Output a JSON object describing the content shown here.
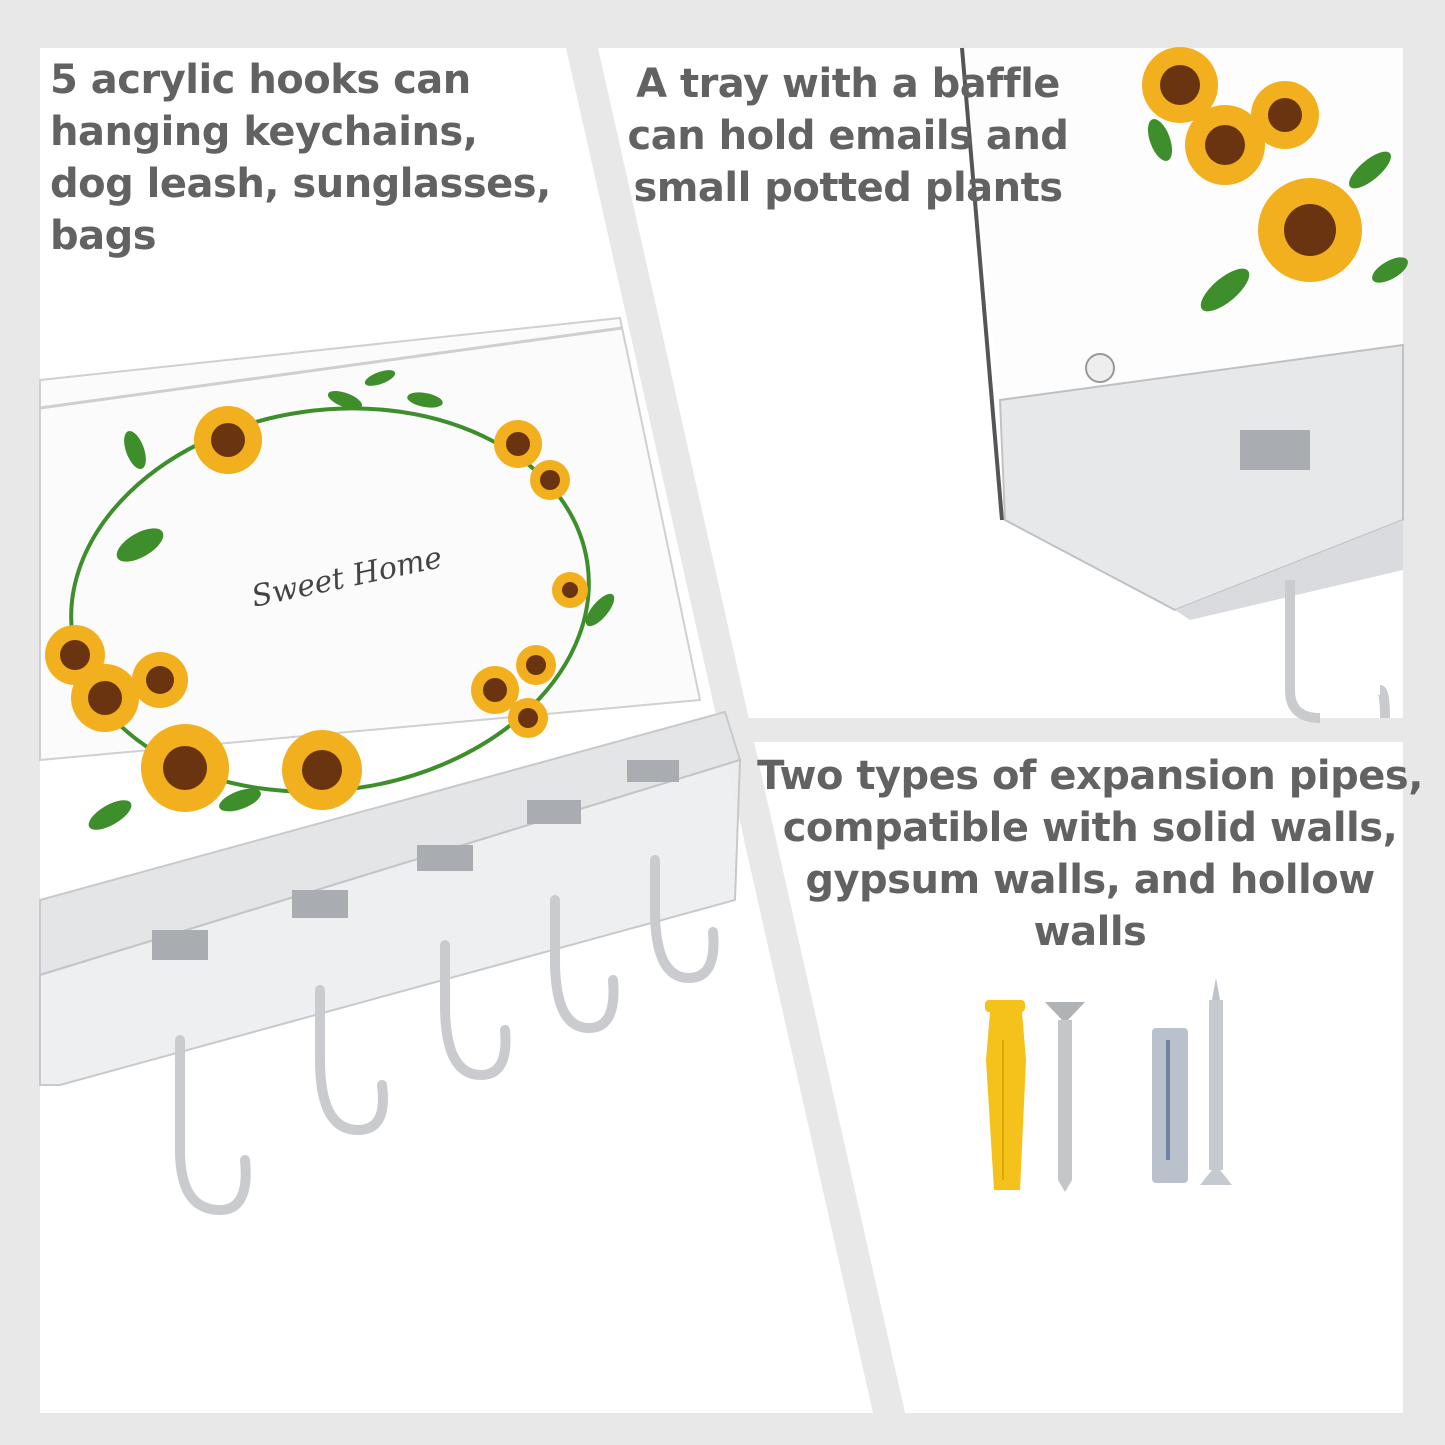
{
  "colors": {
    "frame_bg": "#e8e8e8",
    "panel_bg": "#ffffff",
    "caption_text": "#626262",
    "sunflower_petal": "#f2b01e",
    "sunflower_center": "#6b3410",
    "leaf": "#3e8f2c",
    "anchor_yellow": "#f4c21b",
    "metal": "#b9bec4"
  },
  "panels": {
    "left": {
      "caption": "5 acrylic hooks can\nhanging keychains,\ndog leash, sunglasses,\nbags",
      "product": {
        "plaque_text": "Sweet Home",
        "hook_count": 5
      }
    },
    "top_right": {
      "caption": "A tray with a baffle\ncan hold emails and\nsmall potted plants"
    },
    "bottom_right": {
      "caption": "Two types of expansion pipes,\ncompatible with solid walls,\ngypsum walls, and hollow\nwalls",
      "hardware": [
        {
          "name": "yellow plastic anchor"
        },
        {
          "name": "flat-head screw (silver)"
        },
        {
          "name": "metal expansion anchor"
        },
        {
          "name": "flat-head screw (zinc)"
        }
      ]
    }
  }
}
